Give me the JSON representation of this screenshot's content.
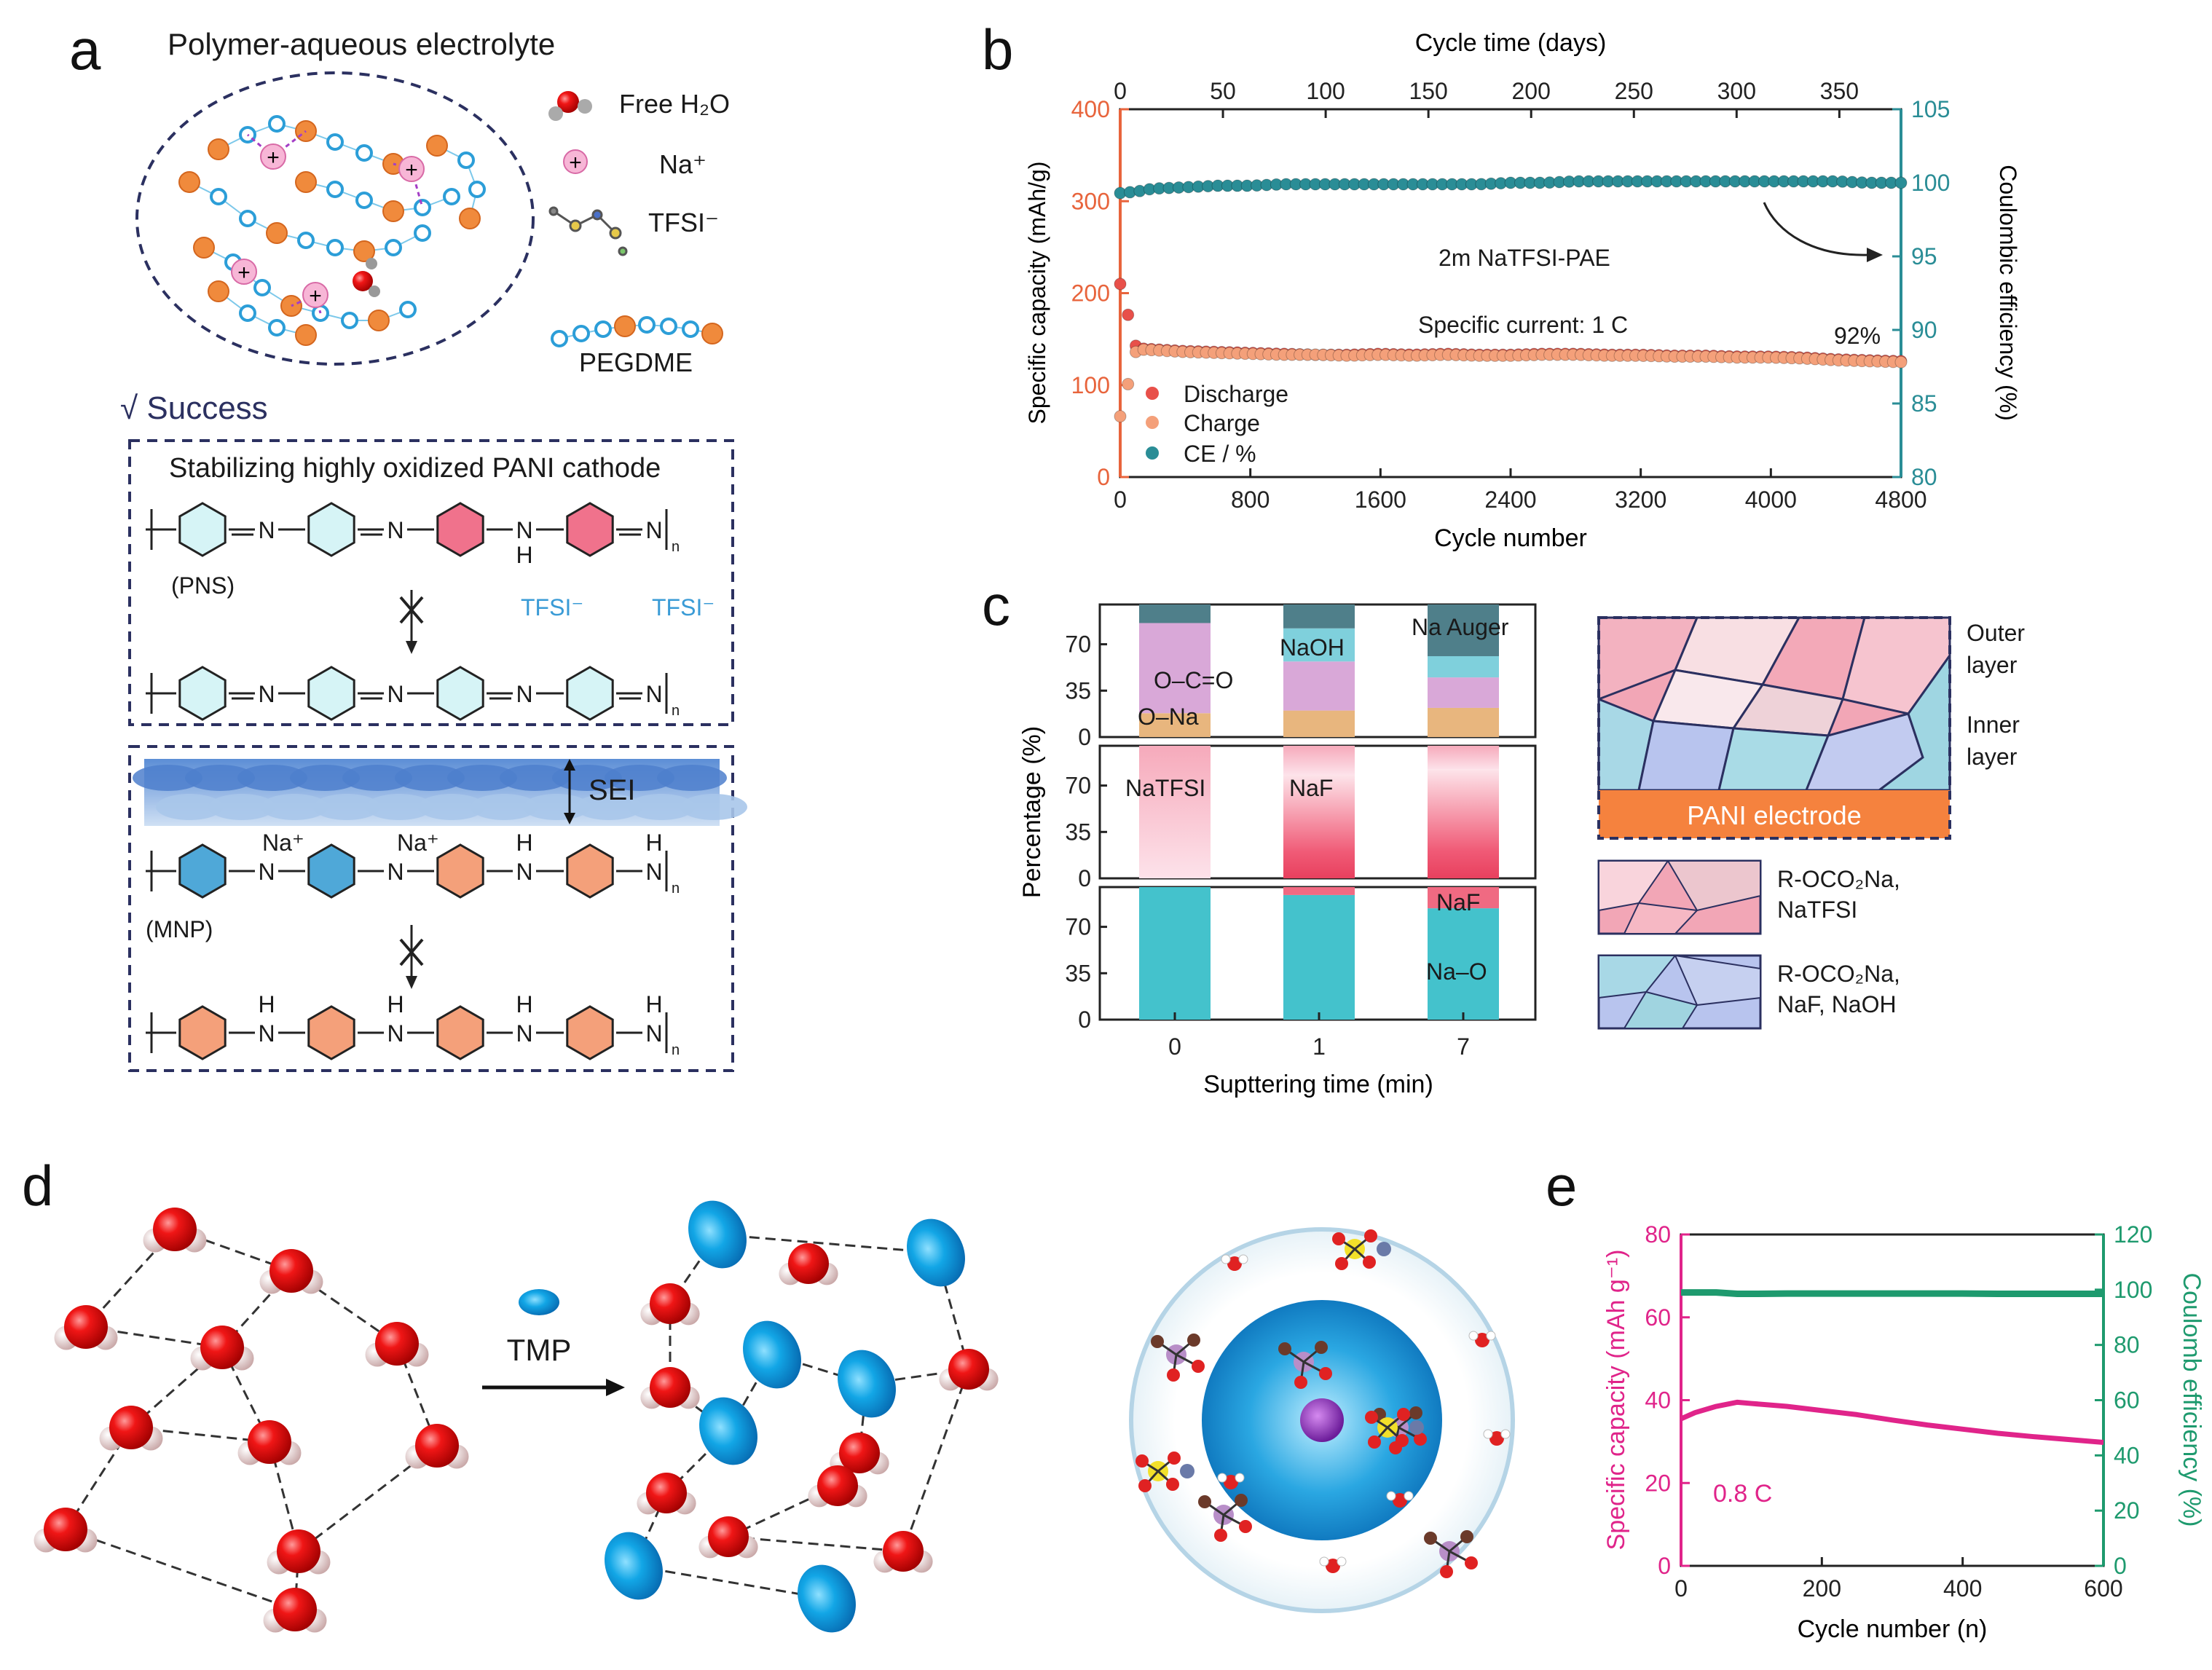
{
  "panel_labels": {
    "a": "a",
    "b": "b",
    "c": "c",
    "d": "d",
    "e": "e"
  },
  "panel_a": {
    "title": "Polymer-aqueous electrolyte",
    "legend": {
      "water": "Free H₂O",
      "na": "Na⁺",
      "tfsi": "TFSI⁻",
      "pegdme": "PEGDME"
    },
    "success": "√ Success",
    "box1_title": "Stabilizing highly oxidized PANI cathode",
    "pns": "(PNS)",
    "tfsi1": "TFSI⁻",
    "tfsi2": "TFSI⁻",
    "sei": "SEI",
    "mnp": "(MNP)",
    "na1": "Na⁺",
    "na2": "Na⁺",
    "n": "N",
    "h": "H",
    "sub_n": "n"
  },
  "panel_b": {
    "top_axis_label": "Cycle time (days)",
    "bottom_axis_label": "Cycle number",
    "left_axis_label": "Specific capacity (mAh/g)",
    "right_axis_label": "Coulombic efficiency (%)",
    "annot_electrolyte": "2m NaTFSI-PAE",
    "annot_current": "Specific current: 1 C",
    "annot_retention": "92%",
    "legend": [
      "Discharge",
      "Charge",
      "CE / %"
    ],
    "colors": {
      "discharge": "#e8504a",
      "charge": "#f4a07a",
      "ce": "#2a8d96",
      "left_axis": "#e8643c",
      "right_axis": "#2a8d96"
    }
  },
  "panel_c": {
    "ylabel": "Percentage (%)",
    "xlabel": "Supttering time (min)",
    "annotations": {
      "occ": "O–C=O",
      "ona": "O–Na",
      "naoh": "NaOH",
      "auger": "Na Auger",
      "natfsi": "NaTFSI",
      "naf1": "NaF",
      "naf2": "NaF",
      "nao": "Na–O"
    },
    "layer_labels": {
      "outer": "Outer\nlayer",
      "inner": "Inner\nlayer",
      "electrode": "PANI electrode"
    },
    "legend1": "R-OCO₂Na,\nNaTFSI",
    "legend2": "R-OCO₂Na,\nNaF, NaOH"
  },
  "panel_d": {
    "tmp_label": "TMP"
  },
  "panel_e": {
    "left_axis_label": "Specific capacity (mAh g⁻¹)",
    "right_axis_label": "Coulomb efficiency (%)",
    "xlabel": "Cycle number (n)",
    "annot_rate": "0.8 C",
    "colors": {
      "capacity": "#e0248a",
      "ce": "#1e9a6e"
    }
  },
  "chart_data": [
    {
      "id": "b",
      "type": "scatter",
      "title": "",
      "xlabel": "Cycle number",
      "xlim": [
        0,
        4800
      ],
      "xticks": [
        0,
        800,
        1600,
        2400,
        3200,
        4000,
        4800
      ],
      "x2label": "Cycle time (days)",
      "x2lim": [
        0,
        380
      ],
      "x2ticks": [
        0,
        50,
        100,
        150,
        200,
        250,
        300,
        350
      ],
      "ylabel": "Specific capacity (mAh/g)",
      "ylim": [
        0,
        400
      ],
      "yticks": [
        0,
        100,
        200,
        300,
        400
      ],
      "y2label": "Coulombic efficiency (%)",
      "y2lim": [
        80,
        105
      ],
      "y2ticks": [
        80,
        85,
        90,
        95,
        100,
        105
      ],
      "x": [
        0,
        100,
        200,
        400,
        600,
        800,
        1000,
        1200,
        1400,
        1600,
        1800,
        2000,
        2200,
        2400,
        2600,
        2800,
        3000,
        3200,
        3400,
        3600,
        3800,
        4000,
        4200,
        4400,
        4600,
        4800
      ],
      "series": [
        {
          "name": "Discharge",
          "axis": "left",
          "values": [
            210,
            140,
            139,
            137,
            136,
            135,
            134,
            133,
            133,
            134,
            133,
            134,
            133,
            133,
            134,
            134,
            133,
            133,
            132,
            132,
            131,
            131,
            130,
            128,
            127,
            126
          ]
        },
        {
          "name": "Charge",
          "axis": "left",
          "values": [
            66,
            139,
            138,
            136,
            135,
            134,
            133,
            133,
            132,
            133,
            132,
            133,
            132,
            132,
            133,
            133,
            132,
            132,
            131,
            131,
            130,
            130,
            129,
            127,
            126,
            125
          ]
        },
        {
          "name": "CE / %",
          "axis": "right",
          "values": [
            99.3,
            99.4,
            99.6,
            99.7,
            99.8,
            99.8,
            99.9,
            99.9,
            99.9,
            99.9,
            99.9,
            99.9,
            99.9,
            100.0,
            100.0,
            100.1,
            100.1,
            100.1,
            100.1,
            100.1,
            100.1,
            100.1,
            100.1,
            100.1,
            100.0,
            100.0
          ]
        }
      ]
    },
    {
      "id": "c",
      "type": "bar",
      "stacked": true,
      "xlabel": "Supttering time (min)",
      "ylabel": "Percentage (%)",
      "categories": [
        "0",
        "1",
        "7"
      ],
      "ylim": [
        0,
        100
      ],
      "yticks": [
        0,
        35,
        70
      ],
      "panels": [
        {
          "name": "top",
          "series": [
            {
              "name": "O–Na",
              "color": "#e8b67e",
              "values": [
                18,
                20,
                22
              ]
            },
            {
              "name": "O–C=O",
              "color": "#d9a8d8",
              "values": [
                68,
                37,
                23
              ]
            },
            {
              "name": "NaOH",
              "color": "#7fd0dc",
              "values": [
                0,
                25,
                16
              ]
            },
            {
              "name": "Na Auger",
              "color": "#4f7f8a",
              "values": [
                14,
                18,
                39
              ]
            }
          ]
        },
        {
          "name": "middle",
          "series": [
            {
              "name": "NaF",
              "color": "#f06a82",
              "values": [
                0,
                78,
                82
              ]
            },
            {
              "name": "NaTFSI",
              "color": "#f8b8c6",
              "values": [
                100,
                22,
                18
              ]
            }
          ]
        },
        {
          "name": "bottom",
          "series": [
            {
              "name": "Na–O",
              "color": "#44c2cc",
              "values": [
                100,
                94,
                84
              ]
            },
            {
              "name": "NaF",
              "color": "#f06a82",
              "values": [
                0,
                6,
                16
              ]
            }
          ]
        }
      ]
    },
    {
      "id": "e",
      "type": "line",
      "xlabel": "Cycle number (n)",
      "xlim": [
        0,
        600
      ],
      "xticks": [
        0,
        200,
        400,
        600
      ],
      "ylabel": "Specific capacity (mAh g⁻¹)",
      "ylim": [
        0,
        80
      ],
      "yticks": [
        0,
        20,
        40,
        60,
        80
      ],
      "y2label": "Coulomb efficiency (%)",
      "y2lim": [
        0,
        120
      ],
      "y2ticks": [
        0,
        20,
        40,
        60,
        80,
        100,
        120
      ],
      "x": [
        0,
        20,
        50,
        80,
        100,
        150,
        200,
        250,
        300,
        350,
        400,
        450,
        500,
        550,
        600
      ],
      "series": [
        {
          "name": "Specific capacity",
          "axis": "left",
          "values": [
            35.5,
            37,
            38.5,
            39.5,
            39.2,
            38.5,
            37.5,
            36.5,
            35.2,
            34,
            33,
            32,
            31.2,
            30.5,
            29.8
          ]
        },
        {
          "name": "Coulomb efficiency",
          "axis": "right",
          "values": [
            99,
            99,
            99,
            98.5,
            98.5,
            98.6,
            98.6,
            98.6,
            98.6,
            98.6,
            98.6,
            98.5,
            98.5,
            98.5,
            98.5
          ]
        }
      ]
    }
  ]
}
